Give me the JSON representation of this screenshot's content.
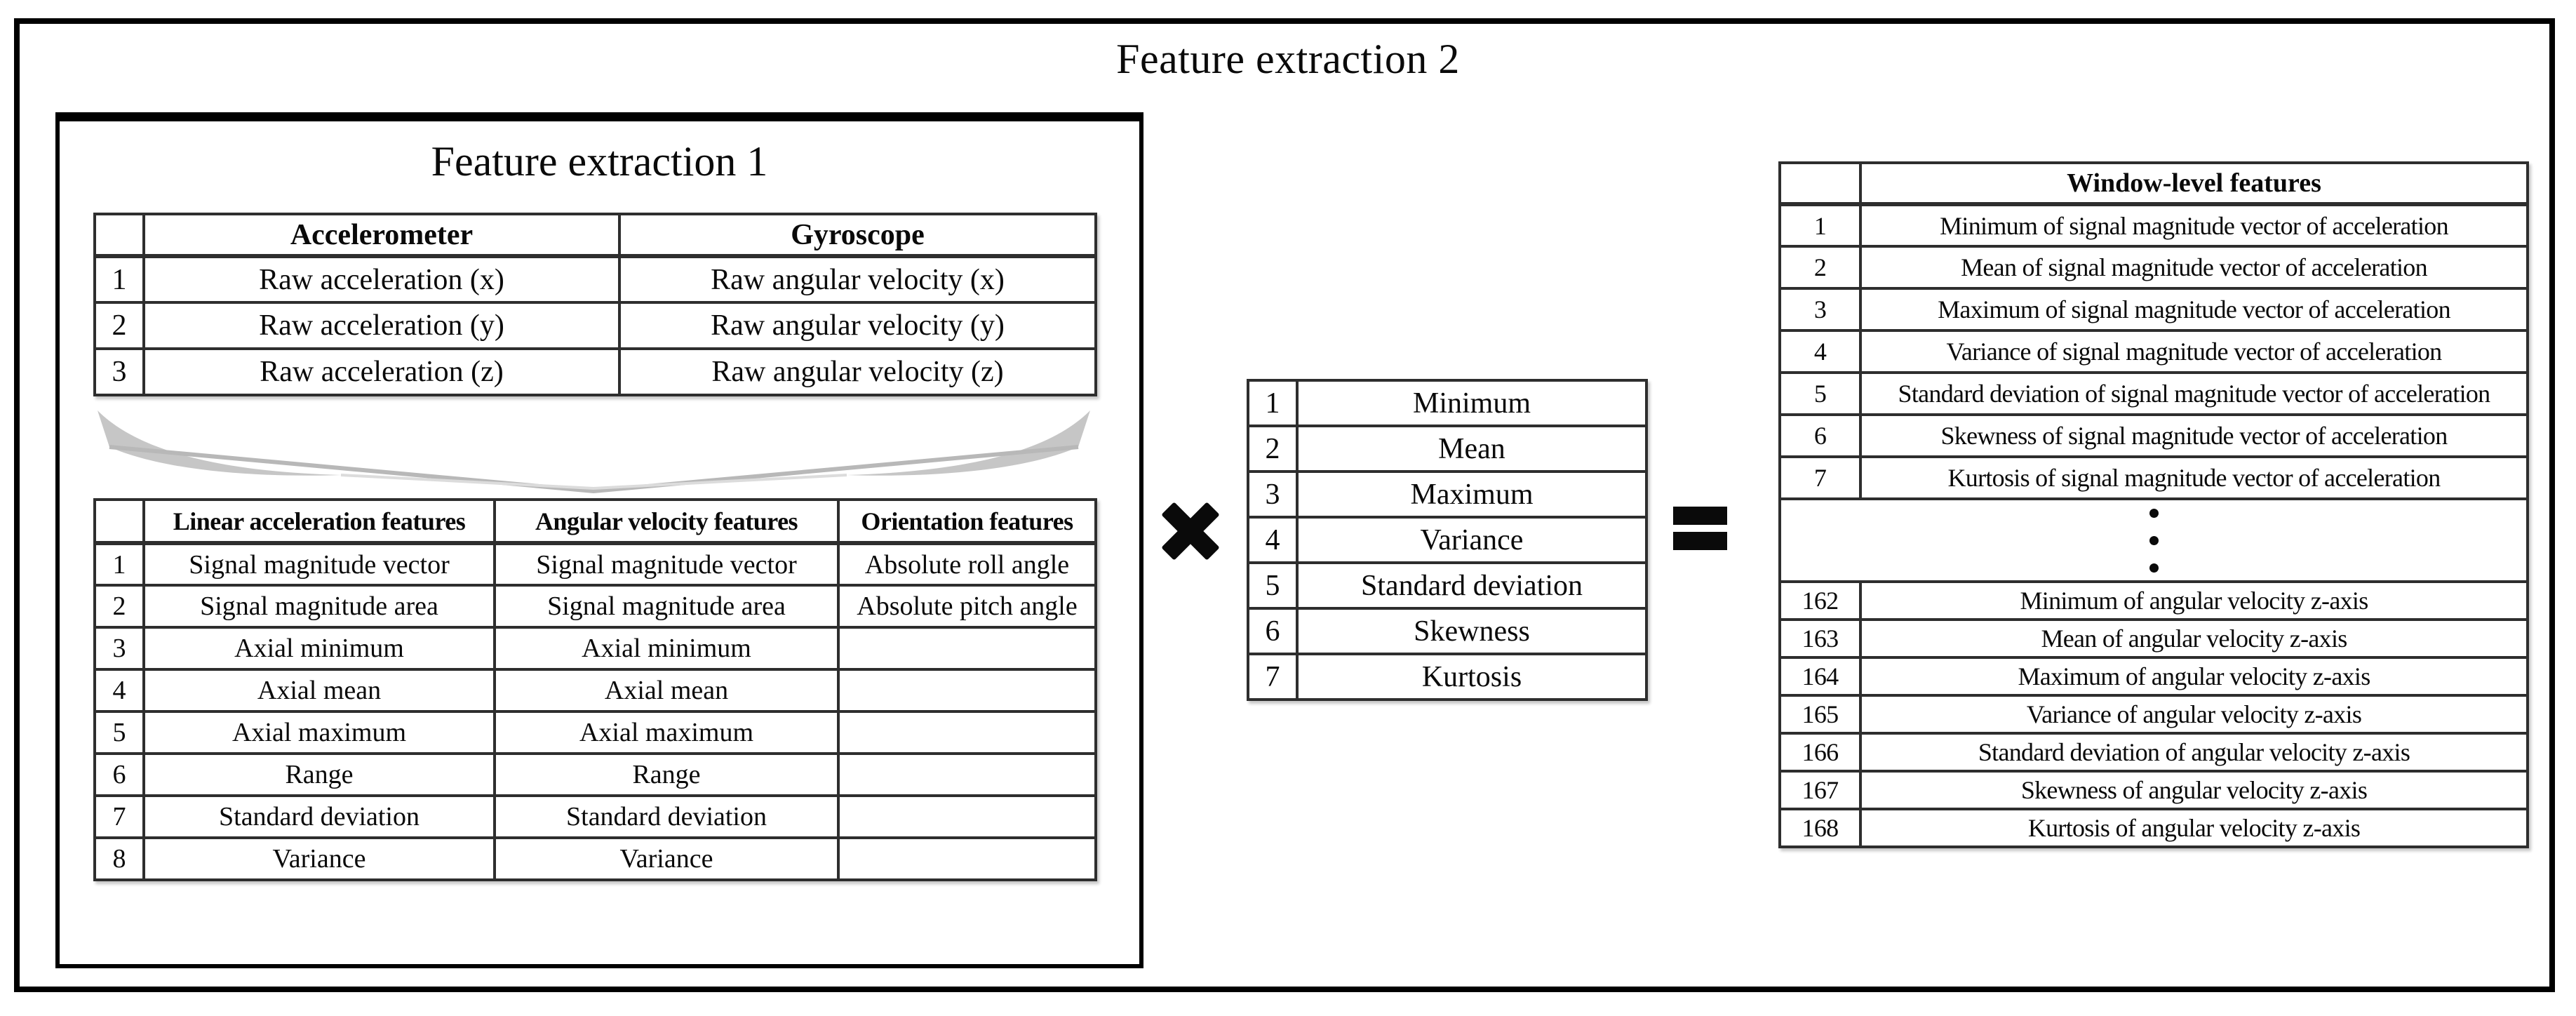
{
  "page": {
    "background": "#ffffff",
    "frame_color": "#000000",
    "grid_color": "#2e2e2e",
    "brace_color": "#c6c6c6"
  },
  "outer": {
    "title": "Feature extraction 2"
  },
  "feature1_panel": {
    "title": "Feature extraction 1",
    "sensor_table": {
      "headers": [
        "",
        "Accelerometer",
        "Gyroscope"
      ],
      "rows": [
        [
          "1",
          "Raw acceleration (x)",
          "Raw angular velocity (x)"
        ],
        [
          "2",
          "Raw acceleration (y)",
          "Raw angular velocity (y)"
        ],
        [
          "3",
          "Raw acceleration (z)",
          "Raw angular velocity (z)"
        ]
      ]
    },
    "features_table": {
      "headers": [
        "",
        "Linear acceleration features",
        "Angular velocity features",
        "Orientation features"
      ],
      "rows": [
        [
          "1",
          "Signal magnitude vector",
          "Signal magnitude vector",
          "Absolute roll angle"
        ],
        [
          "2",
          "Signal magnitude area",
          "Signal magnitude area",
          "Absolute pitch angle"
        ],
        [
          "3",
          "Axial minimum",
          "Axial minimum",
          ""
        ],
        [
          "4",
          "Axial mean",
          "Axial mean",
          ""
        ],
        [
          "5",
          "Axial maximum",
          "Axial maximum",
          ""
        ],
        [
          "6",
          "Range",
          "Range",
          ""
        ],
        [
          "7",
          "Standard deviation",
          "Standard deviation",
          ""
        ],
        [
          "8",
          "Variance",
          "Variance",
          ""
        ]
      ]
    }
  },
  "operators": {
    "multiply": "✖",
    "equals": "="
  },
  "statistics_table": {
    "rows": [
      [
        "1",
        "Minimum"
      ],
      [
        "2",
        "Mean"
      ],
      [
        "3",
        "Maximum"
      ],
      [
        "4",
        "Variance"
      ],
      [
        "5",
        "Standard deviation"
      ],
      [
        "6",
        "Skewness"
      ],
      [
        "7",
        "Kurtosis"
      ]
    ]
  },
  "window_table": {
    "header": "Window-level features",
    "rows_top": [
      [
        "1",
        "Minimum of signal magnitude vector of acceleration"
      ],
      [
        "2",
        "Mean of signal magnitude vector of acceleration"
      ],
      [
        "3",
        "Maximum of signal magnitude vector of acceleration"
      ],
      [
        "4",
        "Variance of signal magnitude vector of acceleration"
      ],
      [
        "5",
        "Standard deviation of signal magnitude vector of acceleration"
      ],
      [
        "6",
        "Skewness of signal magnitude vector of acceleration"
      ],
      [
        "7",
        "Kurtosis of signal magnitude vector of acceleration"
      ]
    ],
    "ellipsis": "⋮",
    "rows_bottom": [
      [
        "162",
        "Minimum of angular velocity z-axis"
      ],
      [
        "163",
        "Mean of angular velocity z-axis"
      ],
      [
        "164",
        "Maximum of angular velocity z-axis"
      ],
      [
        "165",
        "Variance of angular velocity z-axis"
      ],
      [
        "166",
        "Standard deviation of angular velocity z-axis"
      ],
      [
        "167",
        "Skewness of angular velocity z-axis"
      ],
      [
        "168",
        "Kurtosis of angular velocity z-axis"
      ]
    ]
  }
}
